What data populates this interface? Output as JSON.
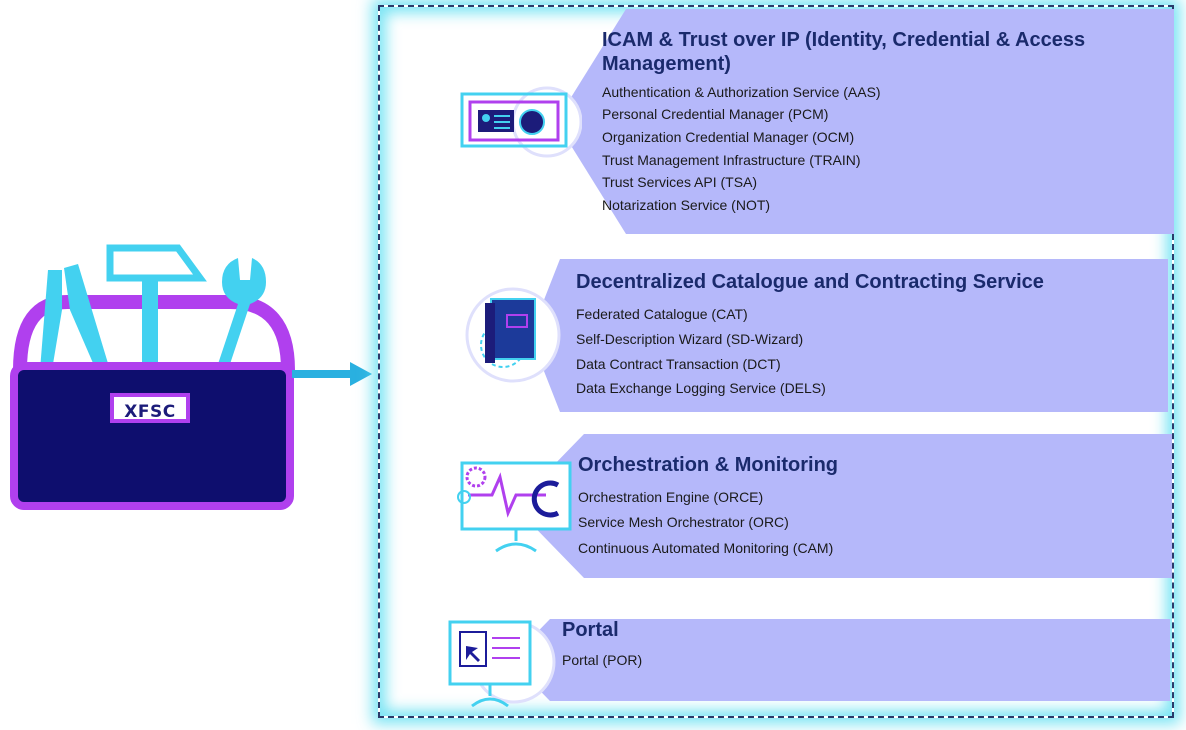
{
  "toolbox": {
    "label": "XFSC",
    "colors": {
      "tool": "#43d1f0",
      "handle": "#b040ee",
      "box": "#0e0e6e"
    }
  },
  "sections": [
    {
      "title": "ICAM & Trust over IP (Identity, Credential & Access Management)",
      "icon": "credential-card-icon",
      "items": [
        "Authentication & Authorization Service (AAS)",
        "Personal Credential Manager (PCM)",
        "Organization Credential Manager (OCM)",
        "Trust Management Infrastructure (TRAIN)",
        "Trust Services API (TSA)",
        "Notarization Service (NOT)"
      ]
    },
    {
      "title": "Decentralized Catalogue and Contracting Service",
      "icon": "catalogue-book-icon",
      "items": [
        "Federated Catalogue (CAT)",
        "Self-Description Wizard (SD-Wizard)",
        "Data Contract Transaction (DCT)",
        "Data Exchange Logging Service (DELS)"
      ]
    },
    {
      "title": "Orchestration & Monitoring",
      "icon": "monitoring-screen-icon",
      "items": [
        "Orchestration Engine (ORCE)",
        "Service Mesh Orchestrator (ORC)",
        "Continuous Automated Monitoring (CAM)"
      ]
    },
    {
      "title": "Portal",
      "icon": "portal-screen-icon",
      "items": [
        "Portal (POR)"
      ]
    }
  ],
  "colors": {
    "panel": "#b5b8fa",
    "title": "#1a2a6c",
    "glow": "#50dcf0"
  }
}
